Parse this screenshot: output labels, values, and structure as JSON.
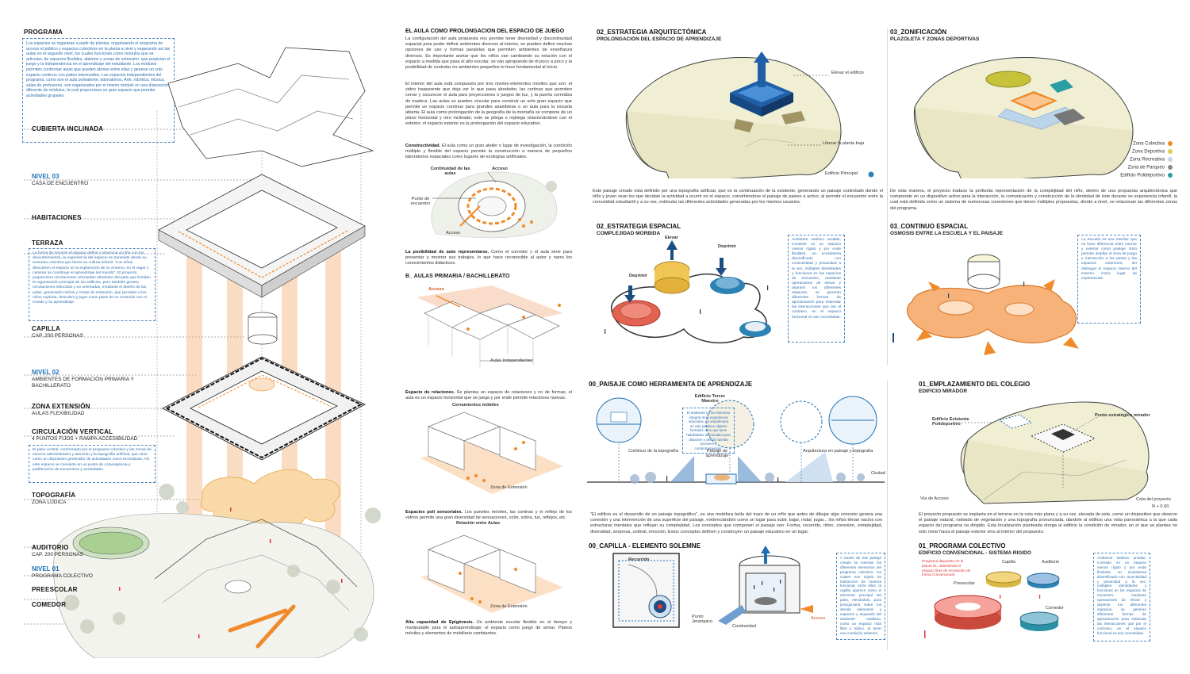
{
  "colors": {
    "blue": "#1f6fb5",
    "orange": "#f08a2a",
    "paleblue": "#dbe8f4",
    "terrain": "#efeccc"
  },
  "left": {
    "programa": "PROGRAMA",
    "programa_text": "Los espacios se organizan a partir de plantas, organizando el programa de acceso el público y espacios colectivos en la planta a nivel y separando así las aulas en el segundo nivel, los cuales funcionan como módulos que se articulan, de espacios flexibles, abiertos y zonas de extensión, que propician el juego y la independencia en el aprendizaje del estudiante. Los módulos permiten conformar aulas que pueden abrirse entre ellas y generar un solo espacio continuo con patios intermedios. Los espacios independientes del programa, como son el aula polivalente, laboratorios, Arte, robótica, música, salas de profesores, son organizados por el mismo módulo en una disposición diferente de módulos, la cual proporciona un gran espacio que permite actividades grupales.",
    "labels": [
      {
        "title": "CUBIERTA INCLINADA",
        "sub": "",
        "blue": false
      },
      {
        "title": "NIVEL 03",
        "sub": "CASA DE ENCUENTRO",
        "blue": true
      },
      {
        "title": "HABITACIONES",
        "sub": "",
        "blue": false
      },
      {
        "title": "TERRAZA",
        "sub": "",
        "blue": false
      },
      {
        "title": "CAPILLA",
        "sub": "CAP. 200 PERSONAS",
        "blue": false
      },
      {
        "title": "NIVEL 02",
        "sub": "AMBIENTES DE FORMACIÓN PRIMARIA Y BACHILLERATO",
        "blue": true
      },
      {
        "title": "ZONA EXTENSIÓN",
        "sub": "AULAS FLEXIBILIDAD",
        "blue": false
      },
      {
        "title": "CIRCULACIÓN VERTICAL",
        "sub": "4 PUNTOS FIJOS + RAMPA ACCESIBILIDAD",
        "blue": false
      },
      {
        "title": "TOPOGRAFÍA",
        "sub": "ZONA LÚDICA",
        "blue": false
      },
      {
        "title": "AUDITORIO",
        "sub": "CAP. 200 PERSONAS",
        "blue": false
      },
      {
        "title": "NIVEL 01",
        "sub": "PROGRAMA COLECTIVO",
        "blue": true
      },
      {
        "title": "PREESCOLAR",
        "sub": "",
        "blue": false
      },
      {
        "title": "COMEDOR",
        "sub": "",
        "blue": false
      }
    ],
    "terraza_text": "La forma de recorrer el espacio define y relaciona al niño con los descubrimientos, la experiencia del espacio se transmite desde su memoria colectiva que forma su cultura infantil. \"Los niños descubren el espacio en la exploración de su entorno, en el vagar y caminar se construye el aprendizaje del mundo\". El proyecto proporciona circulaciones orientadas alrededor del patio que brindan la organización principal de los edificios, pero también genera circulaciones inducidas y no orientadas, mediante el diseño de las aulas, generando nichos y zonas de extensión, que permiten a los niños explorar, descubrir y jugar como parte de su conexión con el mundo y su aprendizaje.",
    "circ_text": "El patio central, conformado por el programa colectivo y las zonas de servicio administrativo y atención y la topografía artificial, que sirve como un dispositivo generador de actividades como recreativas. Así este espacio se convierte en un punto de convergencia y proliferación de encuentros y actividades."
  },
  "middle": {
    "title": "EL AULA COMO PROLONGACION DEL ESPACIO DE JUEGO",
    "p1": "La configuración del aula propuesta nos permite tener diversidad y discontinuidad espacial para poder definir ambientes diversos al interior, se pueden definir muchas opciones de uso y formas paralelas que permiten ambientes de enseñanza diversos. Es importante anotar que los niños van cambiando su relación con el espacio a medida que pasa el año escolar, se van apropiando de él poco a poco y la posibilidad de controlar en ambientes pequeños lo hace fundamental al inicio.",
    "p2": "El interior del aula está compuesto por tres niveles-elementos móviles que son: el vidrio trasparente que deja ver lo que pasa alrededor, las cortinas que permiten cerrar y oscurecer el aula para proyecciones o juegos de luz, y la puerta corrediza de madera. Las aulas se pueden vincular para construir un solo gran espacio que permite un espacio continuo para grandes asambleas o un aula para la escuela abierta. El aula como prolongación de la geografía de la montaña se compone de un plano horizontal y otro inclinado; este se pliega o repliega relacionándose con el exterior; el espacio exterior es la prolongación del espacio educativo.",
    "p3_b": "Constructividad.",
    "p3": " El aula como un gran atelier o lugar de investigación, la condición múltiple y flexible del espacio permite la construcción a manera de pequeños laboratorios espaciales como lugares de ecologías artificiales.",
    "d1": {
      "continuidad": "Continuidad de las aulas",
      "acceso_top": "Acceso",
      "punto": "Punto de encuentro",
      "acceso_bottom": "Acceso"
    },
    "p4_b": "La posibilidad de auto representarse.",
    "p4": " Como el corredor y el aula sirve para presentar y mostrar sus trabajos, lo que hace reconocible al autor y narra los conocimientos didácticos.",
    "b_title": "B_ AULAS PRIMARIA / BACHILLERATO",
    "d2": {
      "acceso": "Acceso",
      "aulas": "Aulas Independientes"
    },
    "p5_b": "Espacio de relaciones.",
    "p5": " Se plantea un espacio de relaciones y no de formas, el aula es un espacio horizontal que se juega y por ende permite relaciones nuevas.",
    "d3": {
      "cerr": "Cerramientos móbiles",
      "zona": "Zona de Extensión"
    },
    "p6_b": "Espacios poli sensoriales.",
    "p6": " Los paneles móviles, las cortinas y el reflejo de los vidrios permite una gran diversidad de sensaciones, color, sobra, luz, reflejos, etc.",
    "d4": {
      "rel": "Relación entre Aulas",
      "zona": "Zona de Extensión"
    },
    "p7_b": "Alta capacidad de Epigénesis.",
    "p7": " Un ambiente escolar flexible en el tiempo y manipulable para el autoaprendizaje; el espacio como juego de armar. Planos móviles y elementos de mobiliario cambiantes."
  },
  "right": {
    "s1": {
      "title": "02_ESTRATEGIA ARQUITECTÓNICA",
      "sub": "PROLONGACIÓN DEL ESPACIO DE APRENDIZAJE",
      "elevar": "Elevar el edificio",
      "liberar": "Liberar la planta baja",
      "edificio": "Edificio Principal"
    },
    "s2": {
      "title": "03_ZONIFICACIÓN",
      "sub": "PLAZOLETA Y ZONAS DEPORTIVAS",
      "legend": [
        {
          "label": "Zona Colectiva",
          "color": "#f08a2a"
        },
        {
          "label": "Zona Deportiva",
          "color": "#d9cf5a"
        },
        {
          "label": "Zona Recreativa",
          "color": "#bfd6ea"
        },
        {
          "label": "Zona de Parqueo",
          "color": "#8a8a8a"
        },
        {
          "label": "Edificio Polideportivo",
          "color": "#2b9ea4"
        }
      ]
    },
    "text1": "Este paisaje creado está definido por una topografía artificial, que es la continuación de la existente, generando un paisaje controlado donde el niño y joven sean los que decidan la actividad a ocurrir en el espacio, convirtiéndose el paisaje de pasivo a activo, al permitir el encuentro entre la comunidad estudiantil y a su vez, estimular las diferentes actividades generadas por los mismos usuarios.",
    "text2": "De esta manera, el proyecto traduce la profunda representación de la complejidad del niño, dentro de una propuesta arquitectónica que comprende en un dispositivo activo para la interacción, la comunicación y construcción de la identidad de éste durante se experiencia infantil; la cual está definida como un sistema de numerosas conexiones que tienen múltiples propuestas, donde a nivel, se relacionan las diferentes zonas del programa.",
    "s3": {
      "title": "02_ESTRATEGIA ESPACIAL",
      "sub": "COMPLEJIDAD MORBIDA",
      "elevar": "Elevar",
      "deprimir1": "Deprimir",
      "deprimir2": "Deprimir",
      "box": "Ambiente estético amable. Consiste en un espacio menos rígido y por ende flexibles, un ecosistema diversificado con conectividad y privacidad a la vez, múltiples identidades y funciones en los espacios de encuentro, mediante operaciones de elevar y deprimir los diferentes espacios, se generan diferentes formas de aproximación para estimular las interacciones que por el contrario, en el espacio funcional no son concebidas."
    },
    "s4": {
      "title": "03_CONTINUO ESPACIAL",
      "sub": "OSMOSIS ENTRE LA ESCUELA Y EL PAISAJE",
      "box": "La escuela es una interfaz que no hace diferencia entre interior y exterior como paisaje. Esto permite ampliar el área de juego e interacción a los patios y los espacios exteriores, sin distinguir el espacio interno del externo como lugar de experiencias."
    },
    "s5": {
      "title": "00_PAISAJE COMO HERRAMIENTA DE APRENDIZAJE",
      "edificio": "Edificio Tercer Maestro",
      "box": "El ambiente es un elemento integral de la experiencia educativa. La arquitectura no solo produce objetos formales, sino que tiene habilidades adicionales para disponer o definir nuevas acciones y comportamientos.",
      "cont": "Continuo de la topografía",
      "paisaje": "Paisaje de aprendizaje",
      "arq": "Arquitectura en paisaje y topografía",
      "ciudad": "Ciudad",
      "quote": "\"El edificio es el desarrollo de un paisaje topográfico\", es una metáfora bella del trazo de un niño que antes de dibujar algo concreto genera una conexión y una intervención de una superficie del paisaje, evidenciándolo como un lugar para subir, bajar, rodar, jugar... los niños llenan vacíos con estructuras mentales que reflejan su complejidad. Los conceptos que componen el paisaje son: Forma, recorrido, ritmo, conexión, complejidad, diversidad, sorpresa, umbral, emoción. Estos conceptos definen y construyen un paisaje educativo en un lugar."
    },
    "s6": {
      "title": "01_EMPLAZAMIENTO DEL COLEGIO",
      "sub": "EDIFICIO MIRADOR",
      "poli": "Edificio Existente Polideportivo",
      "punto": "Punto estratégico mirador",
      "cota": "Cota del proyecto",
      "n": "N + 0.00",
      "via": "Vía de Acceso",
      "text": "El proyecto propuesto se implanta en el terreno en la cota más plana y a su vez, elevada de este, como un dispositivo que observe el paisaje natural, rodeado de vegetación y una topografía pronunciada, dándole al edificio una vista panorámica a la que cada espacio del programa va dirigido. Esta localización planteada otorga al edificio la condición de mirador, en el que se plantea no solo mirar hacia el paisaje exterior sino al interior del propuesto."
    },
    "s7": {
      "title": "00_CAPILLA - ELEMENTO SOLEMNE",
      "recorrido": "Recorrido",
      "punto": "Punto Jerarquico",
      "continuidad": "Continuidad",
      "acceso": "Acceso",
      "box": "A través de ese paisaje creado se insertan los diferentes elementos del programa colectivo, los cuales son objeto de interacción de manera funcional, entre ellos, la capilla aparece como el elemento principal del patio, elevándolo, para jerarquizarlo sobre los demás elementos y espacios y separarlo del ambiente cotidiano, como un espacio más libre y lúdico, al tener una condición solemne."
    },
    "s8": {
      "title": "01_PROGRAMA COLECTIVO",
      "sub": "EDIFICIO CONVENCIONAL - SISTEMA RIGIDO",
      "note": "Programa dispuesto en la planta 01, obteniendo el espacio libre de recreación de forma Convencional.",
      "capilla": "Capilla",
      "auditorio": "Auditorio",
      "preescolar": "Preescolar",
      "comedor": "Comedor",
      "box": "Ambiente estético amable. Consiste en un espacio menos rígido y por ende flexibles, un ecosistema diversificado con conectividad y privacidad a la vez, múltiples identidades y funciones en los espacios de encuentro, mediante operaciones de elevar y deprimir los diferentes espacios, se generan diferentes formas de aproximación para estimular las interacciones que por el contrario, en el espacio funcional no son concebidas."
    }
  }
}
